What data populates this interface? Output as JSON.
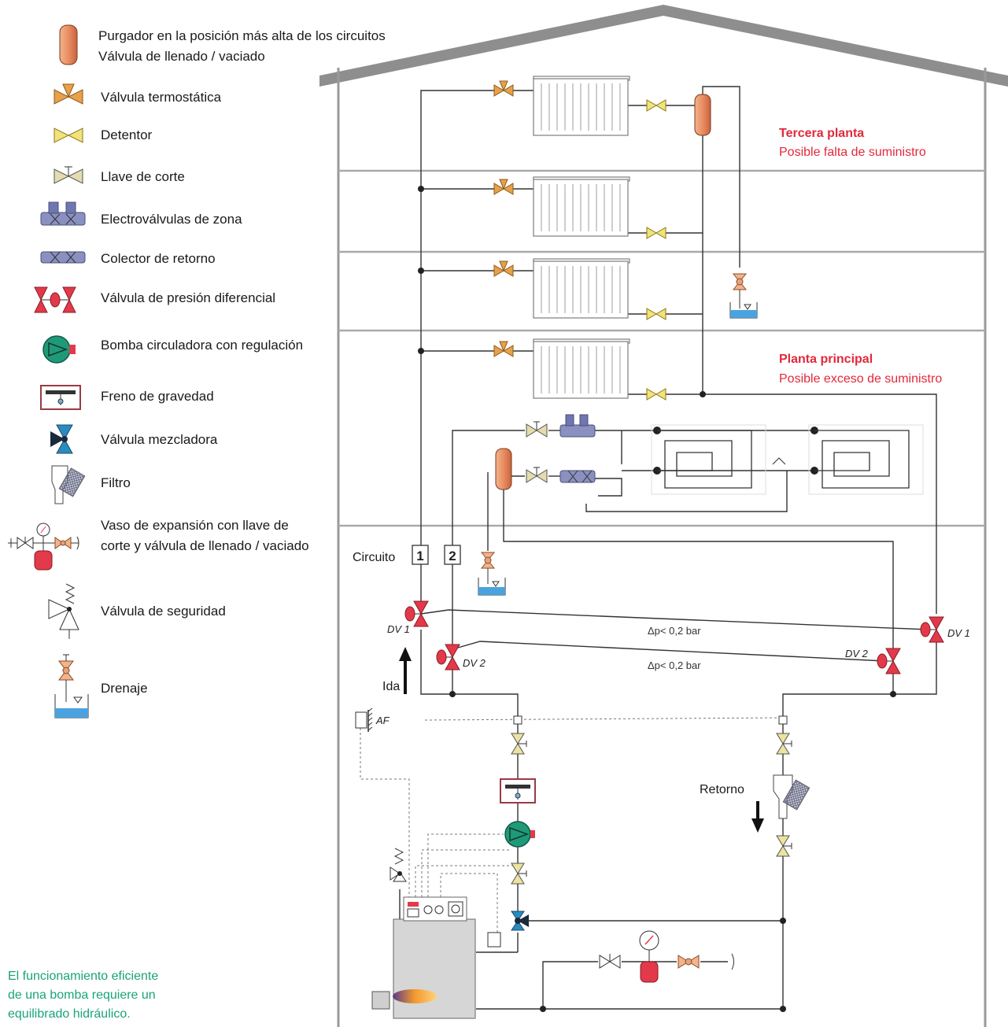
{
  "legend": {
    "bleeder": "Purgador en la posición más alta de los circuitos",
    "fill_drain_valve": "Válvula de llenado / vaciado",
    "thermostatic_valve": "Válvula termostática",
    "lockshield": "Detentor",
    "shutoff_valve": "Llave de corte",
    "zone_valves": "Electroválvulas de zona",
    "return_manifold": "Colector de retorno",
    "differential_pressure_valve": "Válvula de presión diferencial",
    "circulator_pump": "Bomba circuladora con regulación",
    "gravity_brake": "Freno de gravedad",
    "mixing_valve": "Válvula mezcladora",
    "filter": "Filtro",
    "expansion_vessel_line1": "Vaso de expansión con llave de",
    "expansion_vessel_line2": "corte y válvula de llenado / vaciado",
    "safety_valve": "Válvula de seguridad",
    "drain": "Drenaje"
  },
  "floors": {
    "third_title": "Tercera planta",
    "third_note": "Posible falta de suministro",
    "main_title": "Planta principal",
    "main_note": "Posible exceso de suministro"
  },
  "labels": {
    "circuit": "Circuito",
    "circuit_1": "1",
    "circuit_2": "2",
    "dv1_left": "DV 1",
    "dv2_left": "DV 2",
    "dv1_right": "DV 1",
    "dv2_right": "DV 2",
    "dp1": "Δp< 0,2 bar",
    "dp2": "Δp< 0,2 bar",
    "flow": "Ida",
    "return": "Retorno",
    "af": "AF"
  },
  "footnote": {
    "line1": "El funcionamiento eficiente",
    "line2": "de una bomba requiere un",
    "line3": "equilibrado hidráulico."
  },
  "colors": {
    "accent_red": "#e2283c",
    "note_green": "#1aa37a",
    "pump_green": "#1f9a78",
    "valve_red": "#e23a4a",
    "valve_orange": "#e8a04a",
    "valve_yellow": "#f2e27a",
    "valve_blue": "#2a8bc0",
    "zone_valve_purple": "#8a90bf",
    "water_blue": "#4aa3df"
  }
}
